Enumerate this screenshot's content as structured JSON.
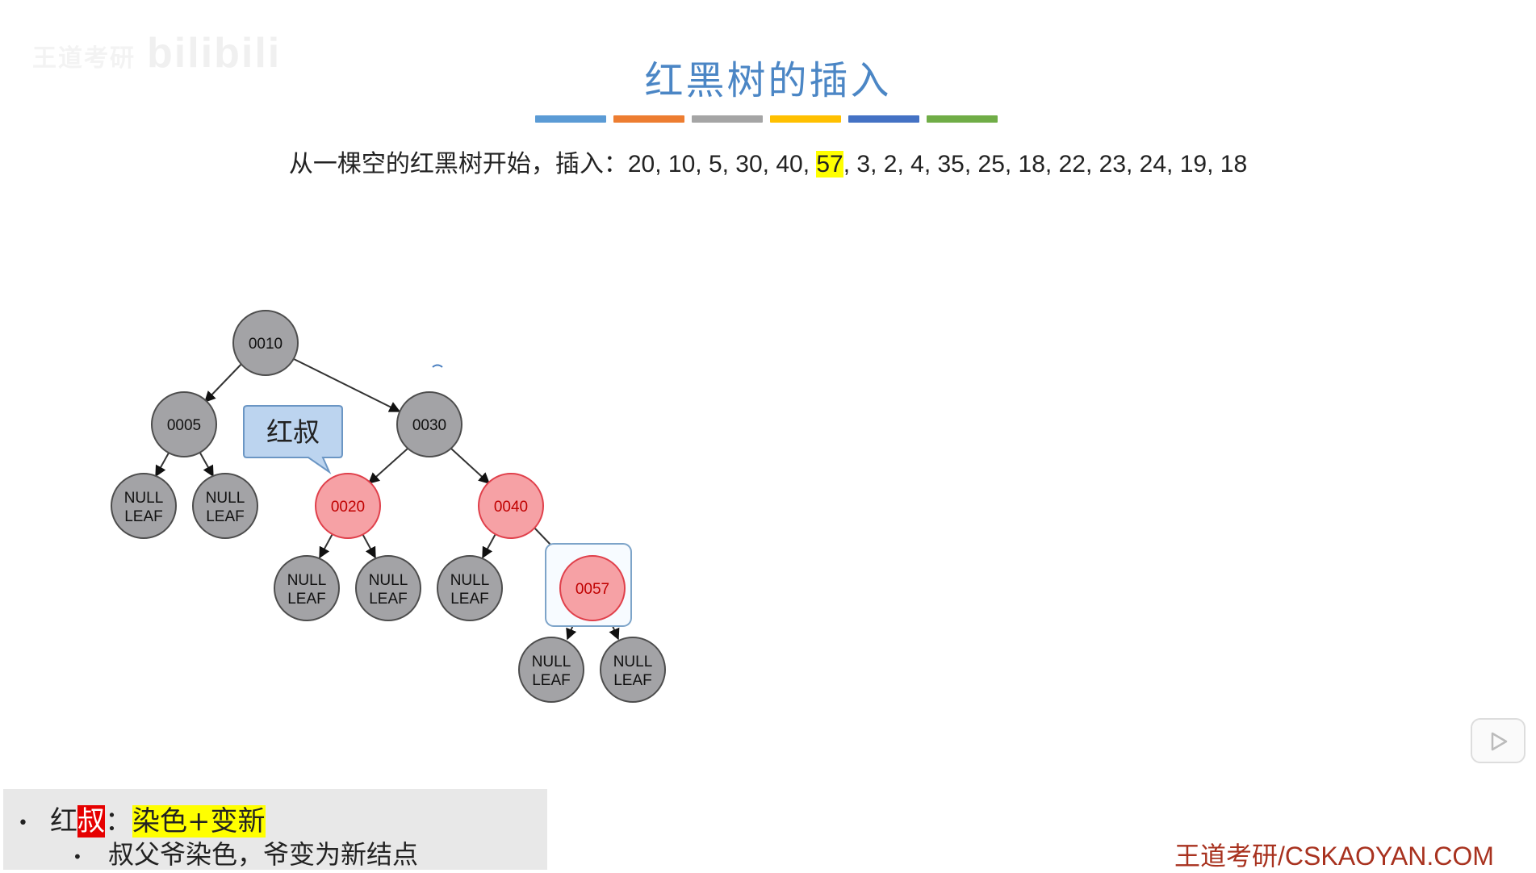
{
  "watermark": {
    "left": "王道考研",
    "right": "bilibili"
  },
  "title": "红黑树的插入",
  "color_bars": [
    "#5b9bd5",
    "#ed7d31",
    "#a5a5a5",
    "#ffc000",
    "#4472c4",
    "#70ad47"
  ],
  "sequence": {
    "prefix": "从一棵空的红黑树开始，插入：",
    "before": "20, 10, 5, 30, 40, ",
    "highlight": "57",
    "after": ", 3, 2, 4, 35, 25, 18, 22, 23, 24, 19, 18"
  },
  "tree": {
    "nodes": [
      {
        "id": "n10",
        "label": "0010",
        "color": "black"
      },
      {
        "id": "n05",
        "label": "0005",
        "color": "black"
      },
      {
        "id": "n30",
        "label": "0030",
        "color": "black"
      },
      {
        "id": "n20",
        "label": "0020",
        "color": "red"
      },
      {
        "id": "n40",
        "label": "0040",
        "color": "red"
      },
      {
        "id": "n57",
        "label": "0057",
        "color": "red"
      }
    ],
    "leaf_label": [
      "NULL",
      "LEAF"
    ],
    "callout": "红叔"
  },
  "notes": {
    "line1": {
      "prefix": "红",
      "red": "叔",
      "colon": "：",
      "yellow": "染色+变新"
    },
    "line2": "叔父爷染色，爷变为新结点"
  },
  "brand": "王道考研/CSKAOYAN.COM",
  "colors": {
    "black_node": "#a3a3a6",
    "red_node": "#f6a1a5",
    "red_stroke": "#e0404b",
    "title": "#4b86c5"
  }
}
